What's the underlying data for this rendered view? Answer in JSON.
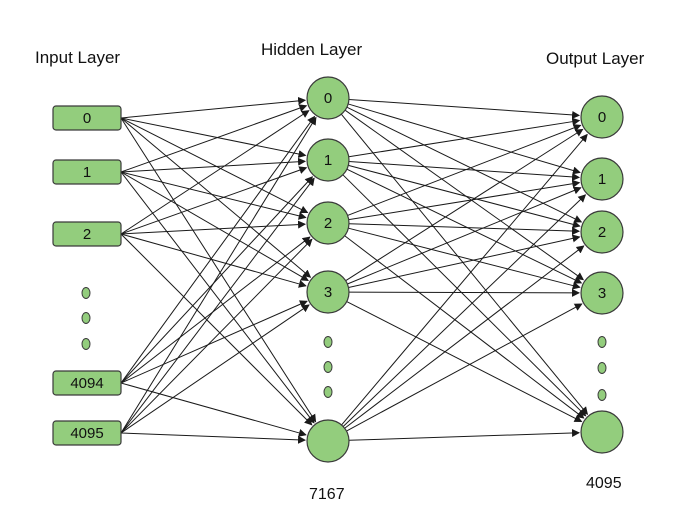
{
  "layers": {
    "input": {
      "title": "Input Layer",
      "nodes": [
        "0",
        "1",
        "2",
        "4094",
        "4095"
      ]
    },
    "hidden": {
      "title": "Hidden Layer",
      "nodes": [
        "0",
        "1",
        "2",
        "3",
        ""
      ],
      "count_label": "7167"
    },
    "output": {
      "title": "Output Layer",
      "nodes": [
        "0",
        "1",
        "2",
        "3",
        ""
      ],
      "count_label": "4095"
    }
  },
  "colors": {
    "node_fill": "#93cd7d",
    "node_stroke": "#3a3a3a",
    "edge": "#1a1a1a"
  }
}
